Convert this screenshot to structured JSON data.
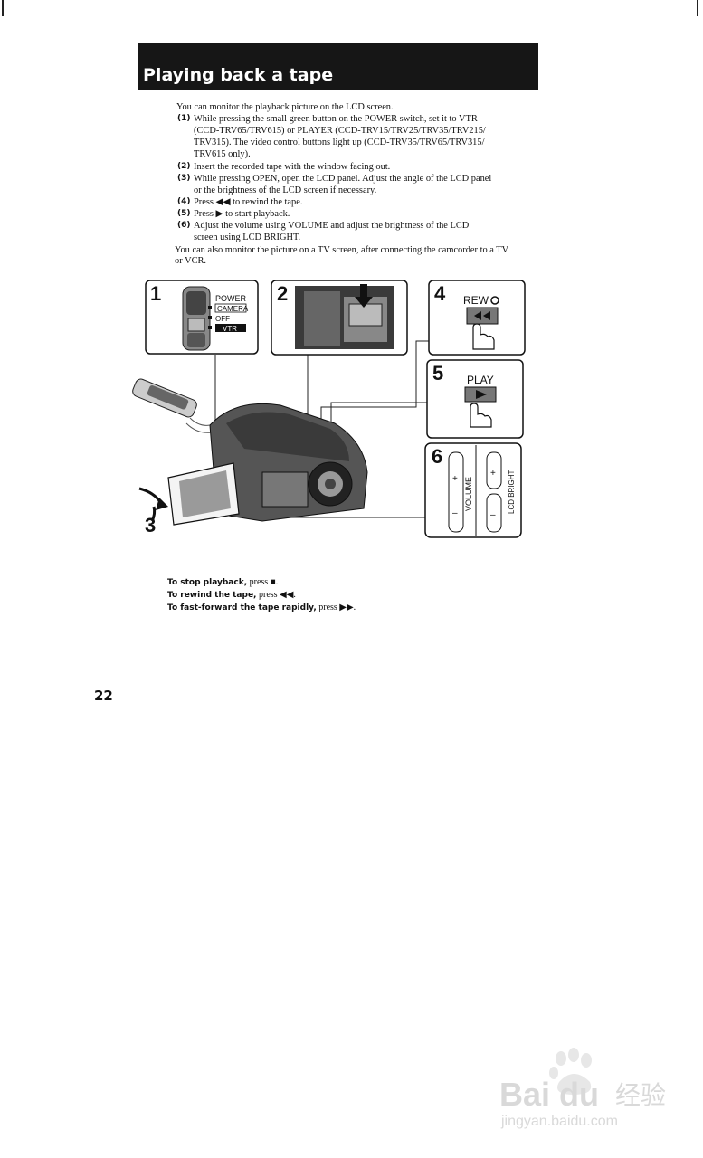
{
  "header": {
    "title": "Playing back a tape"
  },
  "intro": "You can monitor the playback picture on the LCD screen.",
  "steps": [
    {
      "num": "(1)",
      "lines": [
        "While pressing the small green button on the POWER switch, set it to VTR",
        "(CCD-TRV65/TRV615) or PLAYER (CCD-TRV15/TRV25/TRV35/TRV215/",
        "TRV315). The video control buttons light up (CCD-TRV35/TRV65/TRV315/",
        "TRV615 only)."
      ]
    },
    {
      "num": "(2)",
      "lines": [
        "Insert the recorded tape with the window facing out."
      ]
    },
    {
      "num": "(3)",
      "lines": [
        "While pressing OPEN, open the LCD panel. Adjust the angle of the LCD panel",
        "or the brightness of the LCD screen if necessary."
      ]
    },
    {
      "num": "(4)",
      "lines": [
        "Press ◀◀ to rewind the tape."
      ]
    },
    {
      "num": "(5)",
      "lines": [
        "Press ▶ to start playback."
      ]
    },
    {
      "num": "(6)",
      "lines": [
        "Adjust the volume using VOLUME and adjust the brightness of the LCD",
        "screen using LCD BRIGHT."
      ]
    }
  ],
  "outro": [
    "You can also monitor the picture on a TV screen, after connecting the camcorder to a TV",
    "or VCR."
  ],
  "figure": {
    "panel1": {
      "num": "1",
      "power_label": "POWER",
      "options": [
        "CAMERA",
        "OFF",
        "VTR"
      ]
    },
    "panel2": {
      "num": "2"
    },
    "panel3": {
      "num": "3"
    },
    "panel4": {
      "num": "4",
      "button_label": "REW"
    },
    "panel5": {
      "num": "5",
      "button_label": "PLAY"
    },
    "panel6": {
      "num": "6",
      "volume_label": "VOLUME",
      "lcd_label": "LCD BRIGHT",
      "plus": "+",
      "minus": "–"
    }
  },
  "notes": [
    {
      "bold": "To stop playback,",
      "rest": " press ■."
    },
    {
      "bold": "To rewind the tape,",
      "rest": " press ◀◀."
    },
    {
      "bold": "To fast-forward the tape rapidly,",
      "rest": " press ▶▶."
    }
  ],
  "page_number": "22",
  "watermark": {
    "logo": "Bai du",
    "chinese": "经验",
    "url": "jingyan.baidu.com"
  }
}
